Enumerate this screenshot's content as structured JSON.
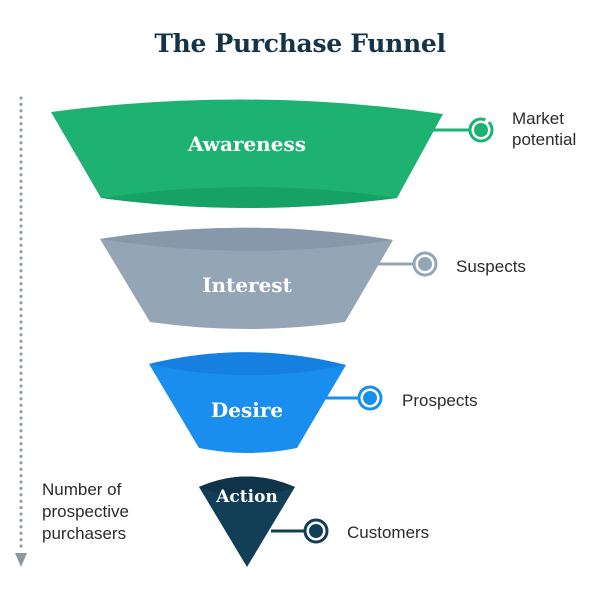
{
  "title": "The Purchase Funnel",
  "axis": {
    "label_lines": [
      "Number of",
      "prospective",
      "purchasers"
    ],
    "color": "#8c97a3"
  },
  "stages": [
    {
      "name": "Awareness",
      "outcome_lines": [
        "Market",
        "potential"
      ],
      "color": "#1db272",
      "shade": "#17a265",
      "ring": "#1db272"
    },
    {
      "name": "Interest",
      "outcome_lines": [
        "Suspects"
      ],
      "color": "#94a5b6",
      "shade": "#8798aa",
      "ring": "#94a5b6"
    },
    {
      "name": "Desire",
      "outcome_lines": [
        "Prospects"
      ],
      "color": "#1a8eee",
      "shade": "#1680e0",
      "ring": "#1a8eee"
    },
    {
      "name": "Action",
      "outcome_lines": [
        "Customers"
      ],
      "color": "#133e57",
      "shade": "#0f3349",
      "ring": "#133e57"
    }
  ]
}
